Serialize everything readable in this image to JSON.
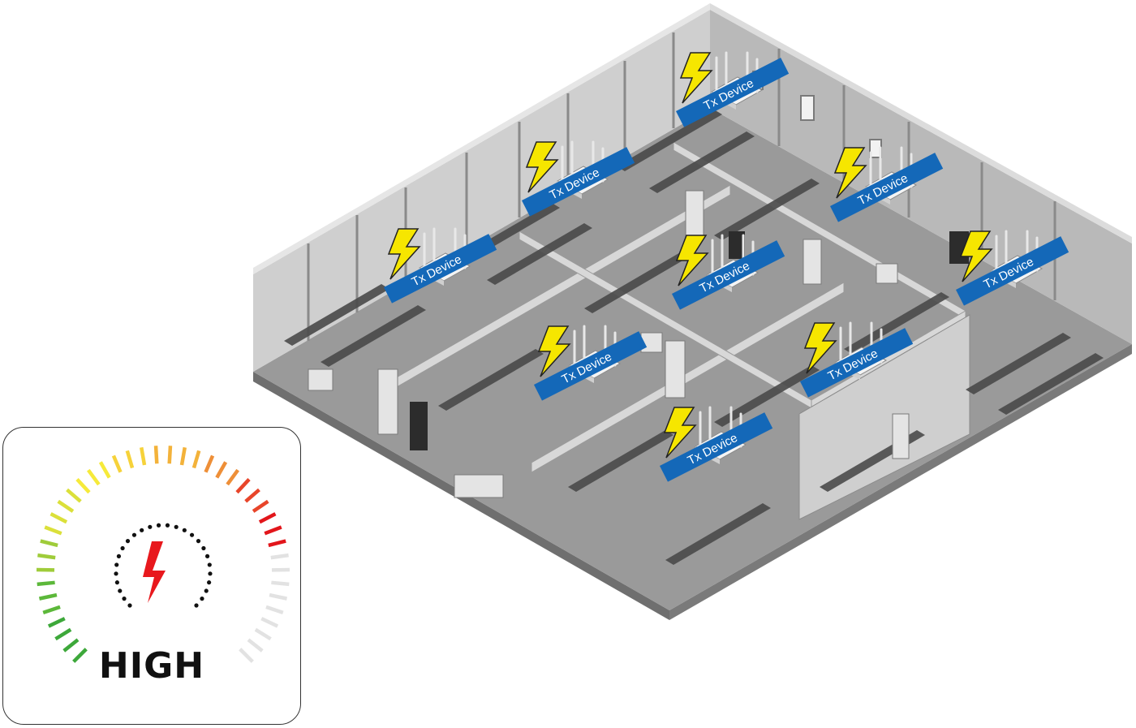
{
  "tx_label": "Tx Device",
  "meter": {
    "reading": "HIGH",
    "level": 0.78,
    "inactive_color": "#e2e2e2",
    "bolt_color": "#e8181d",
    "icons": [
      "lightning-bolt-icon",
      "dotted-ring-icon"
    ]
  },
  "devices_count_note": null,
  "colors": {
    "label_bg": "#1468b8",
    "signal_bolt": "#f6e600",
    "signal_outline": "#222222",
    "floor": "#8c8c8c",
    "wall": "#c9c9c9"
  },
  "devices": [
    {
      "label": "Tx Device"
    },
    {
      "label": "Tx Device"
    },
    {
      "label": "Tx Device"
    },
    {
      "label": "Tx Device"
    },
    {
      "label": "Tx Device"
    },
    {
      "label": "Tx Device"
    },
    {
      "label": "Tx Device"
    },
    {
      "label": "Tx Device"
    },
    {
      "label": "Tx Device"
    }
  ]
}
